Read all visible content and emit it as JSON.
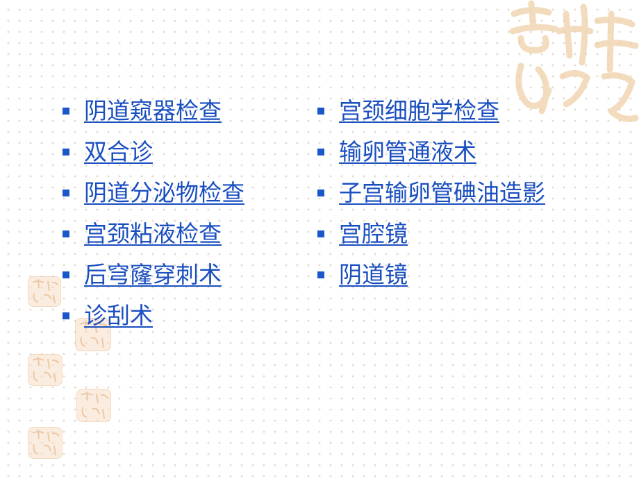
{
  "left_list": [
    {
      "label": "阴道窥器检查"
    },
    {
      "label": "双合诊"
    },
    {
      "label": "阴道分泌物检查"
    },
    {
      "label": "宫颈粘液检查"
    },
    {
      "label": "后穹窿穿刺术"
    },
    {
      "label": "诊刮术"
    }
  ],
  "right_list": [
    {
      "label": "宫颈细胞学检查"
    },
    {
      "label": "输卵管通液术"
    },
    {
      "label": "子宫输卵管碘油造影"
    },
    {
      "label": "宫腔镜"
    },
    {
      "label": "阴道镜"
    }
  ],
  "colors": {
    "link": "#1a4fc0",
    "bullet": "#1a57c8",
    "seal": "#f5dec4",
    "dot": "#e2dcd0"
  },
  "icons": {
    "bullet": "square-bullet-icon",
    "decoration": "calligraphy-seal-icon"
  }
}
